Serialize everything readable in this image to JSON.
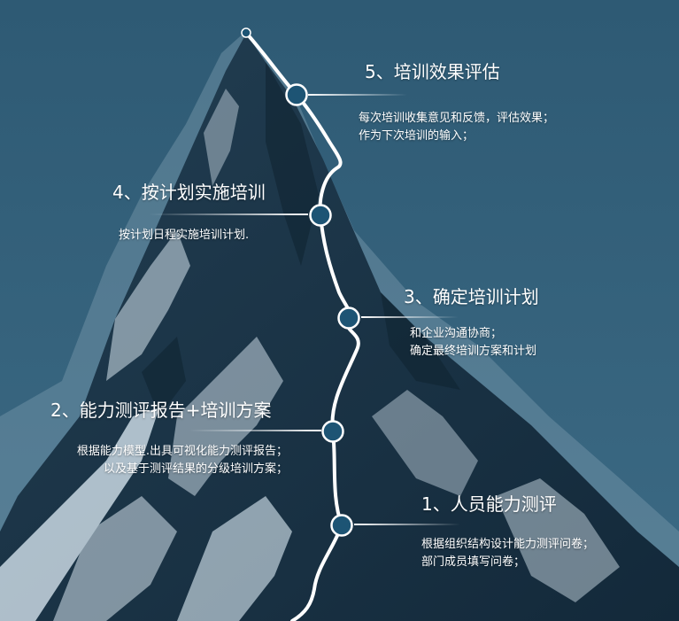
{
  "colors": {
    "sky": "#30566e",
    "mountain_dark": "#18344a",
    "snow": "#dce8ef",
    "path": "#ffffff",
    "node_fill": "#1d5474"
  },
  "steps": [
    {
      "title": "1、人员能力测评",
      "lines": [
        "根据组织结构设计能力测评问卷；",
        "部门成员填写问卷；"
      ]
    },
    {
      "title": "2、能力测评报告+培训方案",
      "lines": [
        "根据能力模型.出具可视化能力测评报告；",
        "以及基于测评结果的分级培训方案；"
      ]
    },
    {
      "title": "3、确定培训计划",
      "lines": [
        "和企业沟通协商；",
        "确定最终培训方案和计划"
      ]
    },
    {
      "title": "4、按计划实施培训",
      "lines": [
        "按计划日程实施培训计划."
      ]
    },
    {
      "title": "5、培训效果评估",
      "lines": [
        "每次培训收集意见和反馈，评估效果；",
        "作为下次培训的输入；"
      ]
    }
  ]
}
